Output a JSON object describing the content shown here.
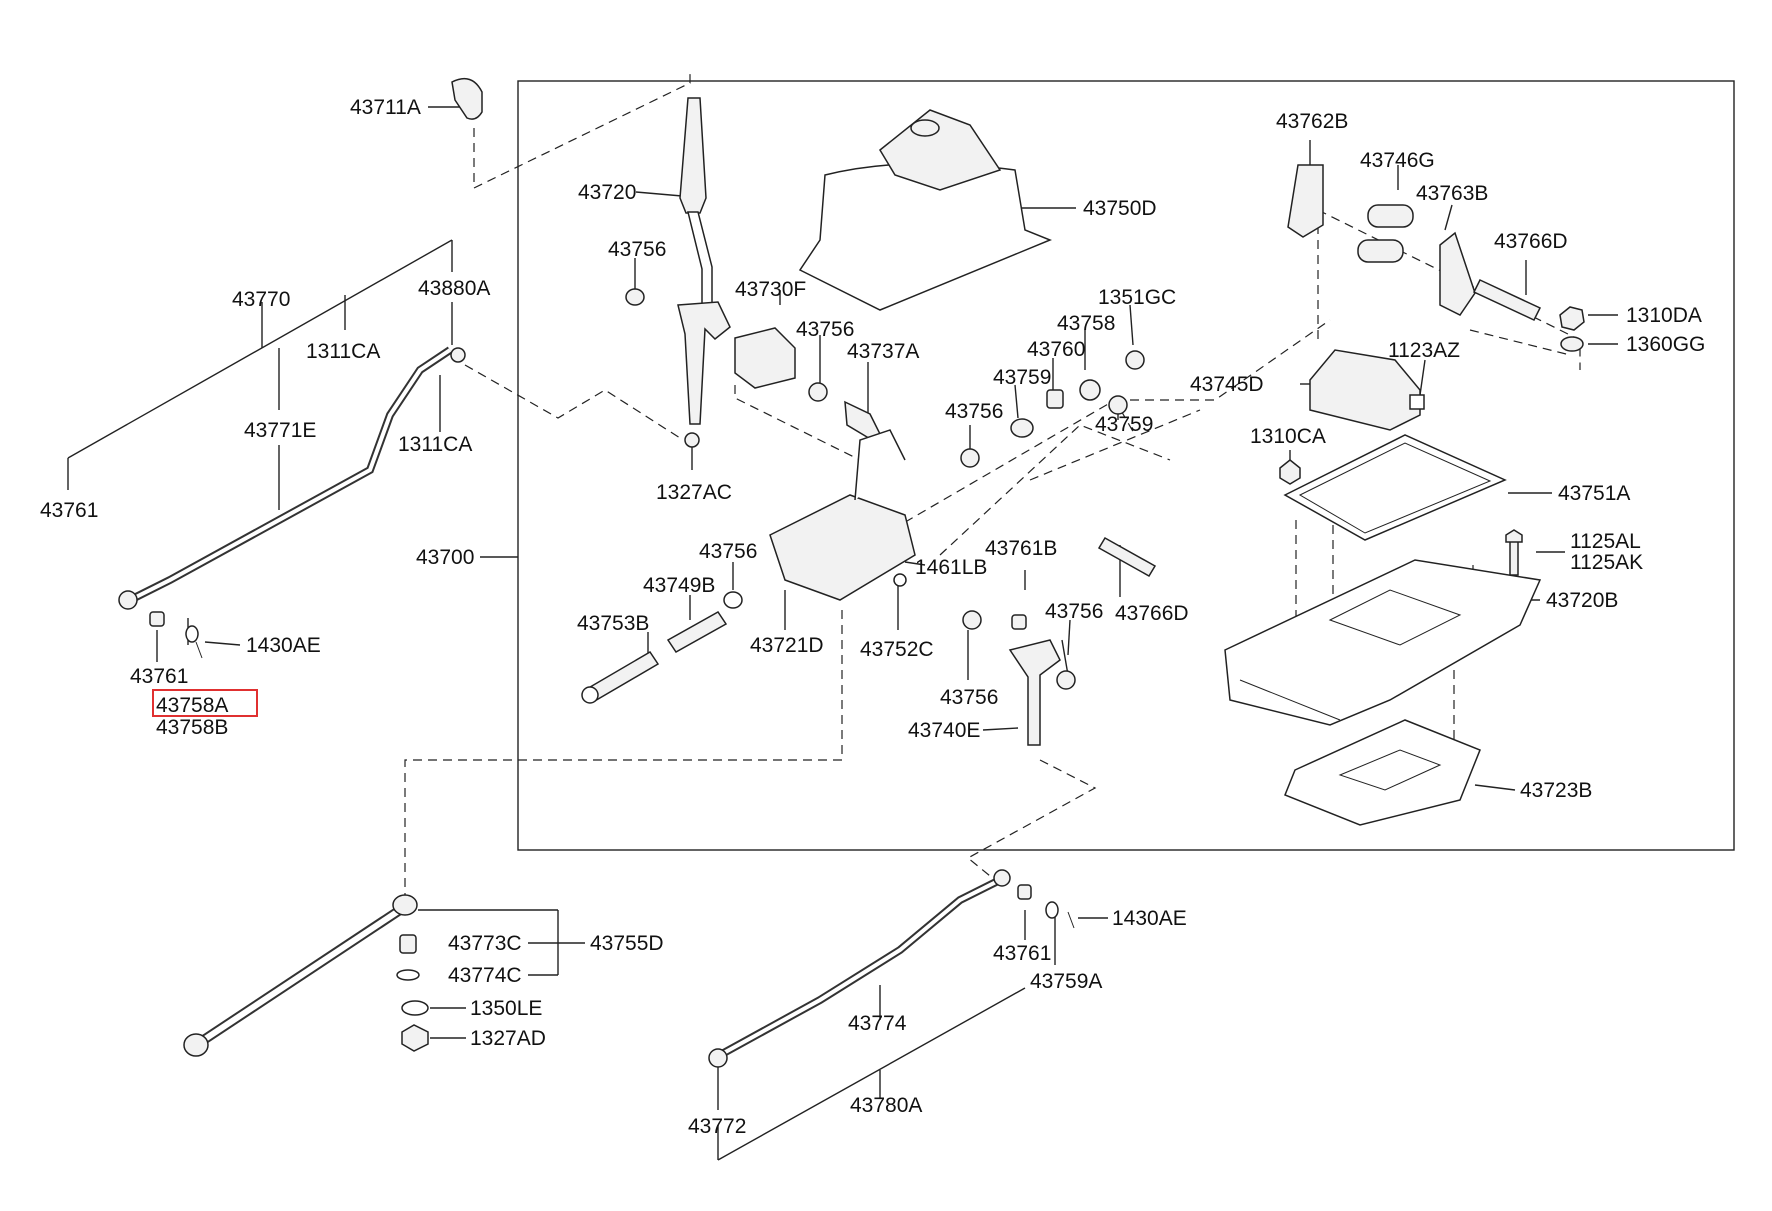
{
  "labels": {
    "p43711A": "43711A",
    "p43720": "43720",
    "p43756_a": "43756",
    "p43770": "43770",
    "p43880A": "43880A",
    "p1311CA_a": "1311CA",
    "p43771E": "43771E",
    "p1311CA_b": "1311CA",
    "p43761_a": "43761",
    "p43700": "43700",
    "p1430AE_a": "1430AE",
    "p43761_b": "43761",
    "p43758A": "43758A",
    "p43758B": "43758B",
    "p43730F": "43730F",
    "p43756_b": "43756",
    "p43737A": "43737A",
    "p1327AC": "1327AC",
    "p43750D": "43750D",
    "p1351GC": "1351GC",
    "p43758": "43758",
    "p43760": "43760",
    "p43759_a": "43759",
    "p43759_b": "43759",
    "p43756_c": "43756",
    "p43756_d": "43756",
    "p43749B": "43749B",
    "p43753B": "43753B",
    "p43721D": "43721D",
    "p43752C": "43752C",
    "p1461LB": "1461LB",
    "p43761B": "43761B",
    "p43756_e": "43756",
    "p43766D_b": "43766D",
    "p43756_f": "43756",
    "p43740E": "43740E",
    "p43762B": "43762B",
    "p43746G": "43746G",
    "p43763B": "43763B",
    "p43766D_a": "43766D",
    "p1310DA": "1310DA",
    "p1360GG": "1360GG",
    "p1123AZ": "1123AZ",
    "p43745D": "43745D",
    "p1310CA": "1310CA",
    "p43751A": "43751A",
    "p1125AL": "1125AL",
    "p1125AK": "1125AK",
    "p43720B": "43720B",
    "p43723B": "43723B",
    "p43773C": "43773C",
    "p43755D": "43755D",
    "p43774C": "43774C",
    "p1350LE": "1350LE",
    "p1327AD": "1327AD",
    "p1430AE_b": "1430AE",
    "p43761_c": "43761",
    "p43759A": "43759A",
    "p43774": "43774",
    "p43780A": "43780A",
    "p43772": "43772"
  },
  "highlight_color": "#e03030"
}
